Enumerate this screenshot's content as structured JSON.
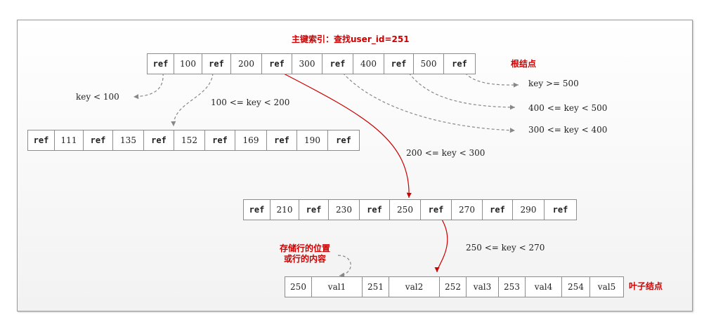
{
  "title": "主键索引：查找user_id=251",
  "root_label": "根结点",
  "leaf_label": "叶子结点",
  "storage_note": [
    "存储行的位置",
    "或行的内容"
  ],
  "root": {
    "cells": [
      "ref",
      "100",
      "ref",
      "200",
      "ref",
      "300",
      "ref",
      "400",
      "ref",
      "500",
      "ref"
    ]
  },
  "left_child": {
    "cells": [
      "ref",
      "111",
      "ref",
      "135",
      "ref",
      "152",
      "ref",
      "169",
      "ref",
      "190",
      "ref"
    ]
  },
  "mid_child": {
    "cells": [
      "ref",
      "210",
      "ref",
      "230",
      "ref",
      "250",
      "ref",
      "270",
      "ref",
      "290",
      "ref"
    ]
  },
  "leaf": {
    "cells": [
      "250",
      "val1",
      "251",
      "val2",
      "252",
      "val3",
      "253",
      "val4",
      "254",
      "val5"
    ]
  },
  "key_labels": {
    "lt100": "key < 100",
    "r100_200": "100 <= key < 200",
    "r200_300": "200 <= key < 300",
    "ge500": "key >= 500",
    "r400_500": "400 <= key < 500",
    "r300_400": "300 <= key < 400",
    "r250_270": "250 <= key < 270"
  },
  "colors": {
    "highlight": "#cc0000",
    "dashed": "#888888",
    "border": "#8c8c8c"
  }
}
